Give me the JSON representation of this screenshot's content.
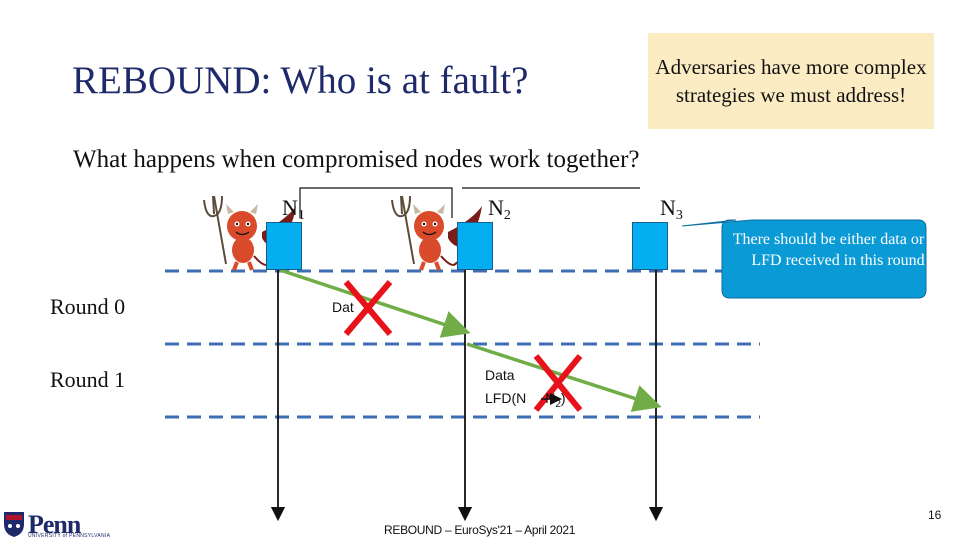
{
  "slide": {
    "title": "REBOUND: Who is at fault?",
    "callout": "Adversaries have more complex strategies we must address!",
    "subtitle": "What happens when compromised nodes work together?"
  },
  "rounds": [
    {
      "label": "Round 0"
    },
    {
      "label": "Round 1"
    }
  ],
  "nodes": [
    {
      "label": "N",
      "sub": "1",
      "compromised": true
    },
    {
      "label": "N",
      "sub": "2",
      "compromised": true
    },
    {
      "label": "N",
      "sub": "3",
      "compromised": false
    }
  ],
  "messages": {
    "round0_text": "Dat",
    "round1_data": "Data",
    "round1_lfd_a": "LFD(N",
    "round1_lfd_b": "N",
    "round1_lfd_sub": "2",
    "round1_lfd_close": ")"
  },
  "bubble": {
    "text": "There should be either data or an LFD received in this round"
  },
  "footer": {
    "text": "REBOUND – EuroSys'21 – April 2021",
    "page": "16",
    "logo": "Penn",
    "logo_sub": "UNIVERSITY of PENNSYLVANIA"
  },
  "colors": {
    "title": "#1f2a6b",
    "callout_bg": "#fbecc4",
    "node": "#05aef0",
    "dashed": "#3f6db3",
    "message_arrow": "#70ad47",
    "cross": "#e8121a",
    "bubble": "#0a9ad6"
  }
}
